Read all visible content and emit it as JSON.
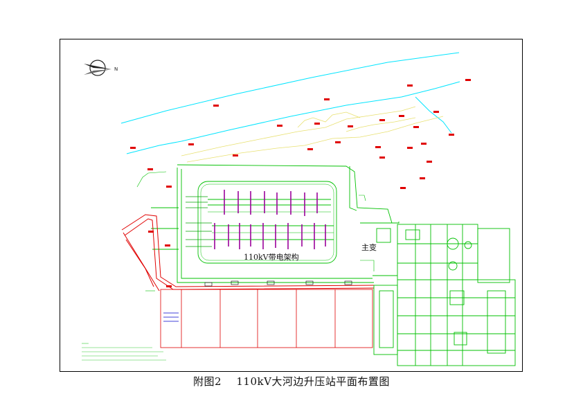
{
  "caption": {
    "figure_no": "附图2",
    "title": "110kV大河边升压站平面布置图"
  },
  "labels": {
    "bus_structure": "110kV带电架构",
    "main_transformer": "主变",
    "north_arrow": "N"
  },
  "colors": {
    "frame": "#000000",
    "plan_green": "#00c000",
    "road_cyan": "#00e5ff",
    "fence_red": "#e00000",
    "bank_yellow": "#e8e070",
    "note_green": "#33cc33"
  },
  "icons": {
    "north_arrow": "north-arrow-icon"
  }
}
